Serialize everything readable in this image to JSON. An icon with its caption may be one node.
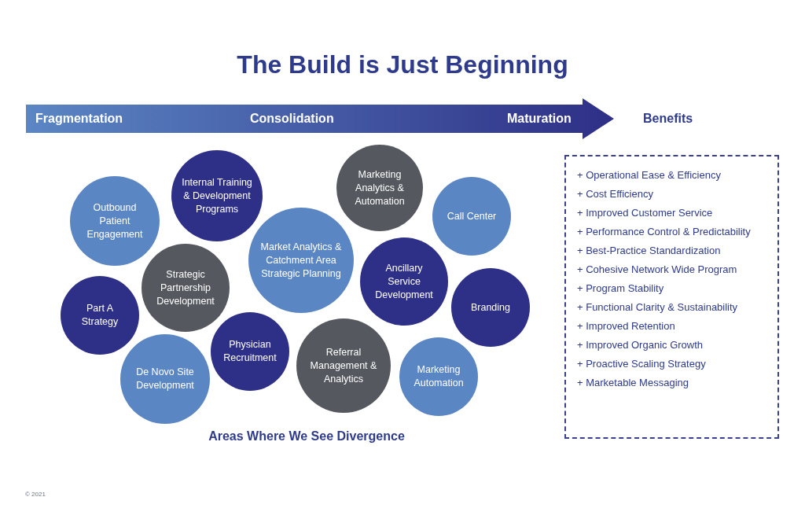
{
  "diagram": {
    "title": "The Build is Just Beginning",
    "nodes": [
      {
        "text": [
          "Outbound Patient Engagement"
        ]
      },
      {
        "text": [
          "Internal Training & Development Programs"
        ]
      },
      {
        "text": [
          "Marketing Analytics & Automation"
        ]
      },
      {
        "text": [
          "Call Center"
        ]
      },
      {
        "text": [
          "Market Analytics & Catchment Area Strategic Planning"
        ]
      },
      {
        "text": [
          "Strategic Partnership Development"
        ]
      },
      {
        "text": [
          "Part A Strategy"
        ]
      },
      {
        "text": [
          "Ancillary Service Development"
        ]
      },
      {
        "text": [
          "Branding"
        ]
      },
      {
        "text": [
          "Physician Recruitment"
        ]
      },
      {
        "text": [
          "De Novo Site Development"
        ]
      },
      {
        "text": [
          "Referral Management & Analytics"
        ]
      },
      {
        "text": [
          "Marketing Automation"
        ]
      },
      {
        "text": [
          "Fragmentation",
          "Consolidation",
          "Maturation"
        ]
      },
      {
        "text": [
          "Benefits",
          "+ Operational Ease & Efficiency",
          "+ Cost Efficiency",
          "+ Improved Customer Service",
          "+ Performance Control & Predictability",
          "+ Best-Practice Standardization",
          "+ Cohesive Network Wide Program",
          "+ Program Stability",
          "+ Functional Clarity & Sustainability",
          "+ Improved Retention",
          "+ Improved Organic Growth",
          "+ Proactive Scaling Strategy",
          "+ Marketable Messaging"
        ]
      }
    ],
    "labels": [
      "Areas Where We See Divergence",
      "© 2021"
    ]
  }
}
